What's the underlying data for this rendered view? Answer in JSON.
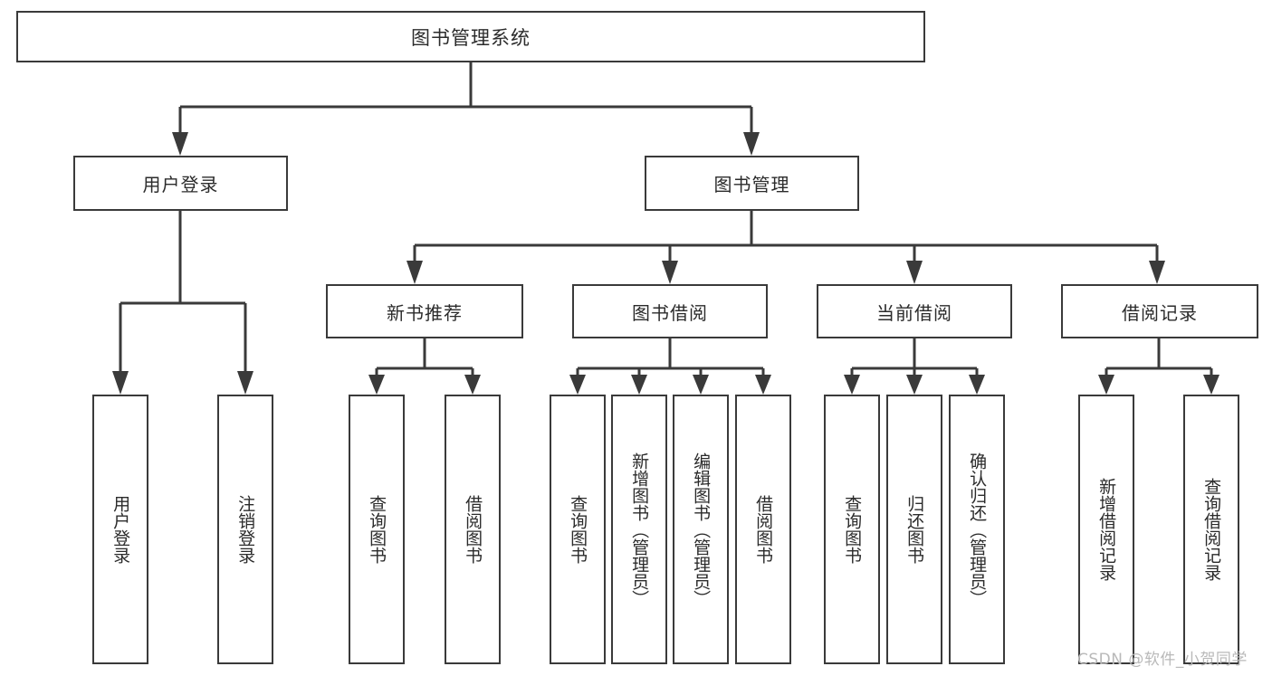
{
  "diagram": {
    "title": "图书管理系统",
    "type": "tree",
    "root": {
      "id": "root",
      "label": "图书管理系统"
    },
    "level1": [
      {
        "id": "user-login",
        "label": "用户登录"
      },
      {
        "id": "book-manage",
        "label": "图书管理"
      }
    ],
    "level2": [
      {
        "id": "new-book-recommend",
        "label": "新书推荐",
        "parent": "book-manage"
      },
      {
        "id": "book-borrow",
        "label": "图书借阅",
        "parent": "book-manage"
      },
      {
        "id": "current-borrow",
        "label": "当前借阅",
        "parent": "book-manage"
      },
      {
        "id": "borrow-record",
        "label": "借阅记录",
        "parent": "book-manage"
      }
    ],
    "leaves": {
      "user_login": [
        {
          "id": "leaf-user-login",
          "label": "用户登录"
        },
        {
          "id": "leaf-logout",
          "label": "注销登录"
        }
      ],
      "new_book_recommend": [
        {
          "id": "leaf-query-book-1",
          "label": "查询图书"
        },
        {
          "id": "leaf-borrow-book-1",
          "label": "借阅图书"
        }
      ],
      "book_borrow": [
        {
          "id": "leaf-query-book-2",
          "label": "查询图书"
        },
        {
          "id": "leaf-add-book",
          "label": "新增图书（管理员）"
        },
        {
          "id": "leaf-edit-book",
          "label": "编辑图书（管理员）"
        },
        {
          "id": "leaf-borrow-book-2",
          "label": "借阅图书"
        }
      ],
      "current_borrow": [
        {
          "id": "leaf-query-book-3",
          "label": "查询图书"
        },
        {
          "id": "leaf-return-book",
          "label": "归还图书"
        },
        {
          "id": "leaf-confirm-return",
          "label": "确认归还（管理员）"
        }
      ],
      "borrow_record": [
        {
          "id": "leaf-add-record",
          "label": "新增借阅记录"
        },
        {
          "id": "leaf-query-record",
          "label": "查询借阅记录"
        }
      ]
    }
  },
  "watermark": {
    "text": "CSDN @软件_小贺同学"
  },
  "colors": {
    "stroke": "#3a3a3a",
    "background": "#ffffff",
    "text": "#2b2b2b",
    "watermark": "#b9b9b9"
  }
}
